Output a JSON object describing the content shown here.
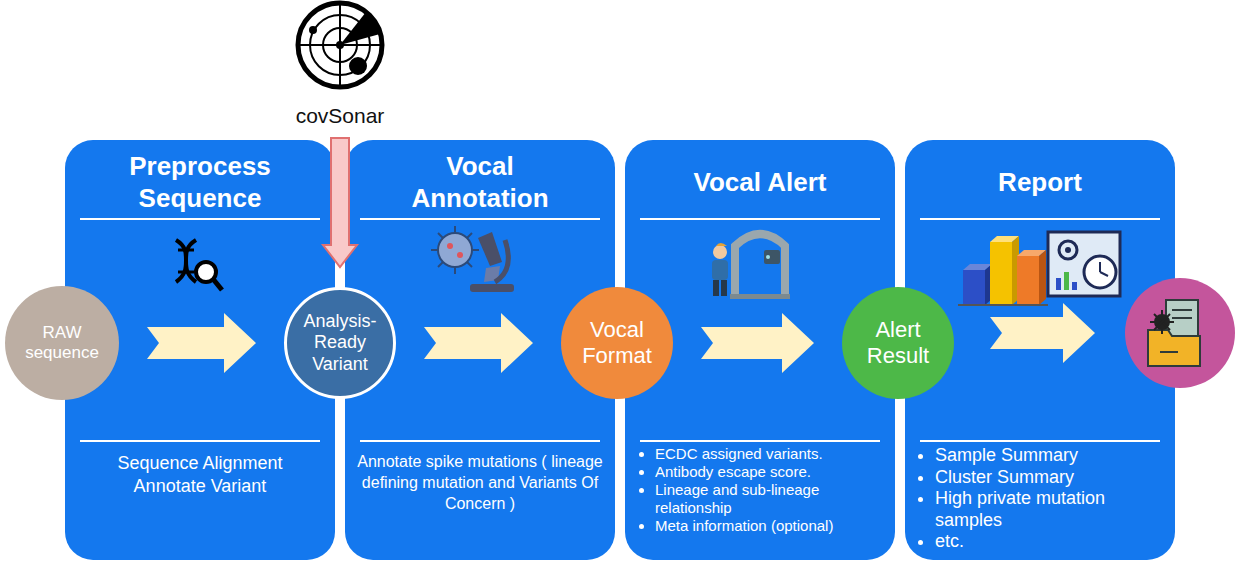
{
  "diagram": {
    "nodes": [
      {
        "text": [
          "Preprocess Sequence",
          "Sequence Alignment Annotate Variant"
        ]
      },
      {
        "text": [
          "Vocal Annotation",
          "Annotate spike mutations ( lineage defining mutation and Variants Of Concern )"
        ]
      },
      {
        "text": [
          "Vocal Alert",
          "ECDC assigned variants.",
          "Antibody escape score.",
          "Lineage and sub-lineage relationship",
          "Meta information (optional)"
        ]
      },
      {
        "text": [
          "Report",
          "Sample Summary",
          "Cluster Summary",
          "High private mutation samples",
          "etc."
        ]
      },
      {
        "text": [
          "covSonar"
        ]
      },
      {
        "text": [
          "RAW sequence"
        ]
      },
      {
        "text": [
          "Analysis-Ready Variant"
        ]
      },
      {
        "text": [
          "Vocal Format"
        ]
      },
      {
        "text": [
          "Alert Result"
        ]
      }
    ],
    "edges": [
      {
        "from": 5,
        "to": 6,
        "arrow": "to"
      },
      {
        "from": 6,
        "to": 7,
        "arrow": "to"
      },
      {
        "from": 7,
        "to": 8,
        "arrow": "to"
      },
      {
        "from": 4,
        "to": 6,
        "arrow": "to"
      }
    ]
  }
}
